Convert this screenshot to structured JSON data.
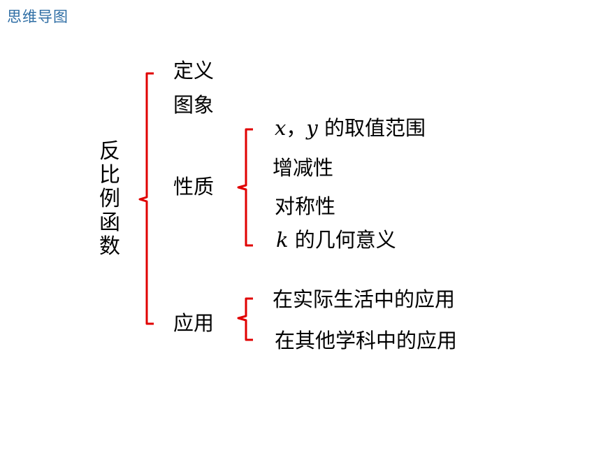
{
  "header": {
    "title": "思维导图"
  },
  "root": {
    "label": "反比例函数"
  },
  "branches": [
    {
      "label": "定义"
    },
    {
      "label": "图象"
    },
    {
      "label": "性质",
      "children": [
        {
          "var1": "x",
          "sep": "，",
          "var2": "y",
          "label": " 的取值范围"
        },
        {
          "label": "增减性"
        },
        {
          "label": "对称性"
        },
        {
          "var1": "k",
          "label": " 的几何意义"
        }
      ]
    },
    {
      "label": "应用",
      "children": [
        {
          "label": "在实际生活中的应用"
        },
        {
          "label": "在其他学科中的应用"
        }
      ]
    }
  ],
  "colors": {
    "header": "#2e6da4",
    "bracket": "#e00000",
    "text": "#000000"
  }
}
